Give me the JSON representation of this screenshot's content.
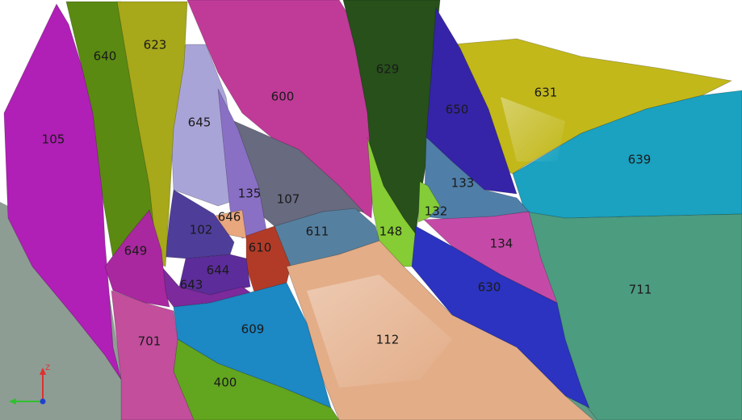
{
  "scene": {
    "surfaces": [
      {
        "id": "s105",
        "label": "105",
        "color": "#b01fb6"
      },
      {
        "id": "s640",
        "label": "640",
        "color": "#5a8a12"
      },
      {
        "id": "s623",
        "label": "623",
        "color": "#a7a81a"
      },
      {
        "id": "s645",
        "label": "645",
        "color": "#a9a4d8"
      },
      {
        "id": "s600",
        "label": "600",
        "color": "#c03b98"
      },
      {
        "id": "s629",
        "label": "629",
        "color": "#27501b"
      },
      {
        "id": "s650",
        "label": "650",
        "color": "#3524a8"
      },
      {
        "id": "s631",
        "label": "631",
        "color": "#c2b81a"
      },
      {
        "id": "s639",
        "label": "639",
        "color": "#1aa2c0"
      },
      {
        "id": "s133",
        "label": "133",
        "color": "#4f7ea9"
      },
      {
        "id": "s132",
        "label": "132",
        "color": "#84cc38"
      },
      {
        "id": "s135",
        "label": "135",
        "color": "#8a70c4"
      },
      {
        "id": "s107",
        "label": "107",
        "color": "#686a80"
      },
      {
        "id": "s646",
        "label": "646",
        "color": "#e9a77e"
      },
      {
        "id": "s102",
        "label": "102",
        "color": "#4e3e9a"
      },
      {
        "id": "s610",
        "label": "610",
        "color": "#b23b28"
      },
      {
        "id": "s611",
        "label": "611",
        "color": "#56809f"
      },
      {
        "id": "s148",
        "label": "148",
        "color": "#86cc35"
      },
      {
        "id": "s134",
        "label": "134",
        "color": "#c54aa8"
      },
      {
        "id": "s649",
        "label": "649",
        "color": "#a9289f"
      },
      {
        "id": "s644",
        "label": "644",
        "color": "#5c2c9a"
      },
      {
        "id": "s643",
        "label": "643",
        "color": "#7c2a9c"
      },
      {
        "id": "s630",
        "label": "630",
        "color": "#2b33c0"
      },
      {
        "id": "s711",
        "label": "711",
        "color": "#4c9c80"
      },
      {
        "id": "s609",
        "label": "609",
        "color": "#1c88c4"
      },
      {
        "id": "s112",
        "label": "112",
        "color": "#e3ad88"
      },
      {
        "id": "s701",
        "label": "701",
        "color": "#c24e9c"
      },
      {
        "id": "s400",
        "label": "400",
        "color": "#62a51f"
      }
    ],
    "axes": {
      "z_label": "Z",
      "z_color": "#e03030",
      "x_color": "#30c030",
      "origin_color": "#2040d0"
    }
  }
}
